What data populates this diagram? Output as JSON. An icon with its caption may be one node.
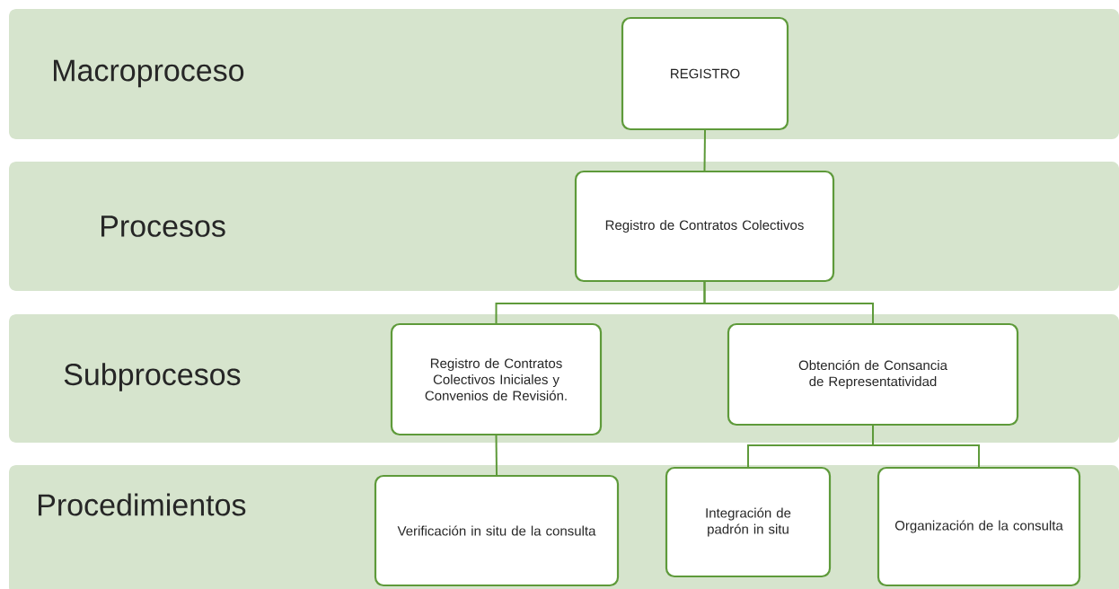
{
  "diagram": {
    "nodes": [
      {
        "text": [
          "Macroproceso"
        ]
      },
      {
        "text": [
          "REGISTRO"
        ],
        "in": 0
      },
      {
        "text": [
          "Procesos"
        ]
      },
      {
        "text": [
          "Registro de Contratos Colectivos"
        ],
        "in": 2
      },
      {
        "text": [
          "Subprocesos"
        ]
      },
      {
        "text": [
          "Registro de Contratos Colectivos Iniciales y Convenios de Revisión."
        ],
        "in": 4
      },
      {
        "text": [
          "Obtención de Consancia de Representatividad"
        ],
        "in": 4
      },
      {
        "text": [
          "Procedimientos"
        ]
      },
      {
        "text": [
          "Verificación in situ de la consulta"
        ],
        "in": 7
      },
      {
        "text": [
          "Integración de padrón in situ"
        ],
        "in": 7
      },
      {
        "text": [
          "Organización de la consulta"
        ],
        "in": 7
      }
    ],
    "edges": [
      {
        "from": 1,
        "to": 3,
        "arrow": "none"
      },
      {
        "from": 3,
        "to": 5,
        "arrow": "none"
      },
      {
        "from": 3,
        "to": 6,
        "arrow": "none"
      },
      {
        "from": 5,
        "to": 8,
        "arrow": "none"
      },
      {
        "from": 6,
        "to": 9,
        "arrow": "none"
      },
      {
        "from": 6,
        "to": 10,
        "arrow": "none"
      }
    ]
  }
}
